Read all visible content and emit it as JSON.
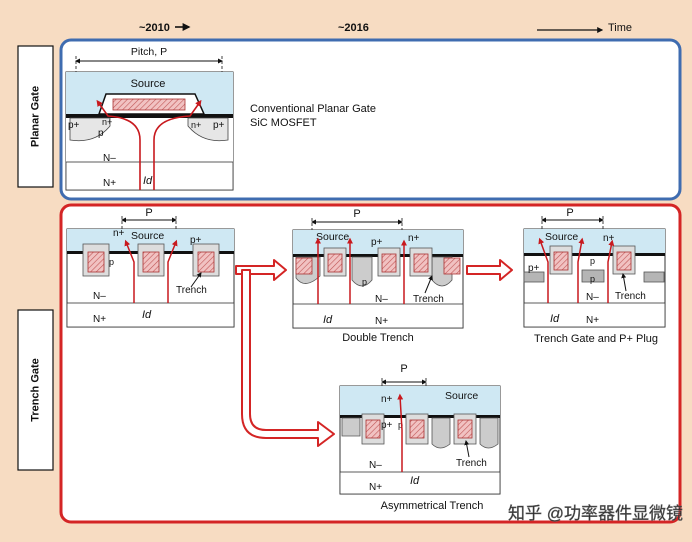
{
  "timeline": {
    "year_1": "~2010",
    "year_2": "~2016",
    "axis_label": "Time"
  },
  "rows": {
    "planar_label": "Planar Gate",
    "trench_label": "Trench Gate"
  },
  "planar": {
    "pitch_label": "Pitch, P",
    "source": "Source",
    "p_plus_left": "p+",
    "p_left": "p",
    "n_plus_left": "n+",
    "n_plus_right": "n+",
    "p_plus_right": "p+",
    "n_minus": "N–",
    "n_plus_substrate": "N+",
    "current": "Id",
    "caption_line1": "Conventional Planar Gate",
    "caption_line2": "SiC MOSFET"
  },
  "trench": {
    "pitch": "P",
    "n_plus": "n+",
    "source": "Source",
    "p_plus": "p+",
    "p": "p",
    "trench": "Trench",
    "n_minus": "N–",
    "current": "Id",
    "n_plus_substrate": "N+"
  },
  "double": {
    "pitch": "P",
    "source": "Source",
    "n_plus": "n+",
    "p_plus": "p+",
    "p": "p",
    "n_minus": "N–",
    "trench": "Trench",
    "current": "Id",
    "n_plus_substrate": "N+",
    "caption": "Double Trench"
  },
  "plug": {
    "pitch": "P",
    "source": "Source",
    "n_plus": "n+",
    "p_plus": "p+",
    "p_a": "p",
    "p_b": "p",
    "n_minus": "N–",
    "trench": "Trench",
    "current": "Id",
    "n_plus_substrate": "N+",
    "caption": "Trench Gate and P+ Plug"
  },
  "asym": {
    "pitch": "P",
    "n_plus": "n+",
    "source": "Source",
    "p_plus": "p+",
    "p": "p",
    "trench": "Trench",
    "n_minus": "N–",
    "current": "Id",
    "n_plus_substrate": "N+",
    "caption": "Asymmetrical Trench"
  },
  "watermark": "知乎 @功率器件显微镜",
  "colors": {
    "background": "#f7dcc2",
    "planar_frame": "#3f6cb0",
    "trench_frame": "#d42525",
    "source_metal": "#cfe8f3",
    "current_arrow": "#c8191e",
    "gate_poly": "#e8a8a8"
  }
}
